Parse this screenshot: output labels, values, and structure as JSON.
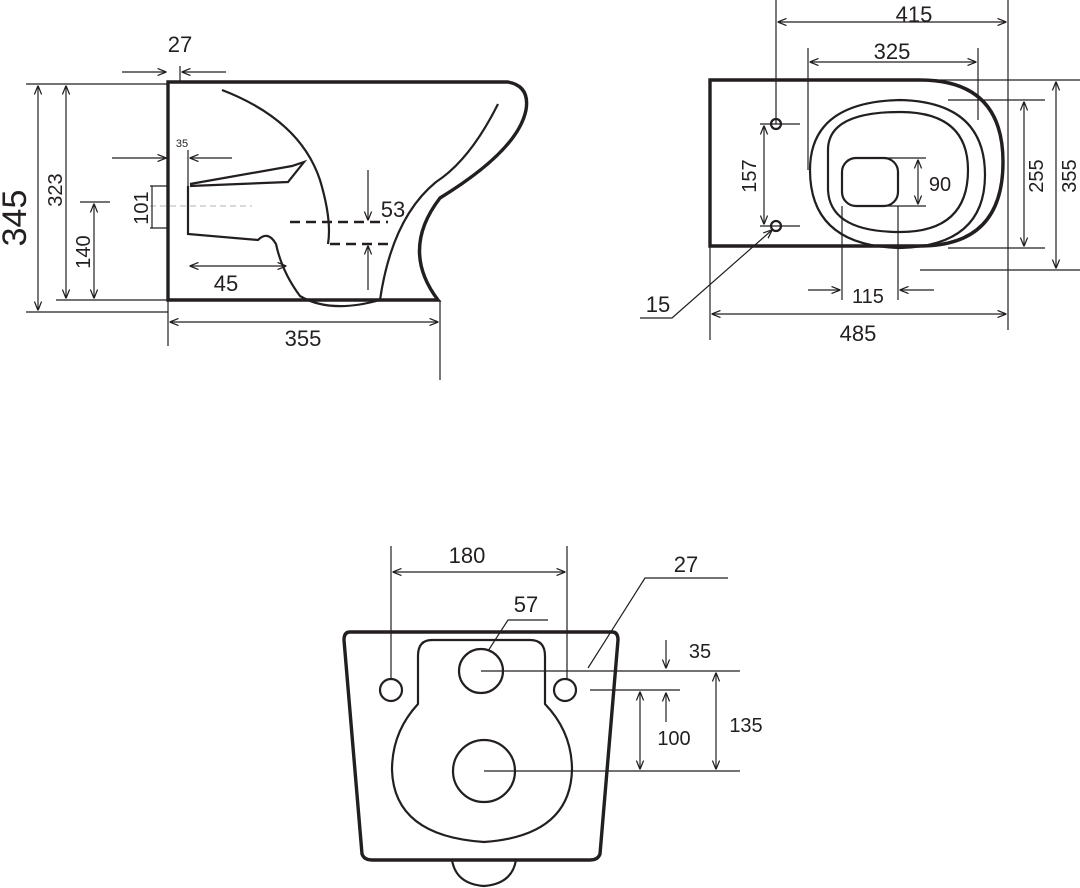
{
  "side_view": {
    "height_total": "345",
    "height_inner": "323",
    "height_outlet": "140",
    "outlet_diameter": "101",
    "wall_thickness": "27",
    "pipe_offset": "35",
    "outlet_length": "45",
    "water_level": "53",
    "length": "355"
  },
  "top_view": {
    "hole_spacing": "415",
    "rim_inner": "325",
    "hole_distance": "157",
    "drain_size": "90",
    "bowl_width": "255",
    "width": "355",
    "hole_diameter": "15",
    "drain_width": "115",
    "length": "485"
  },
  "back_view": {
    "hole_spacing": "180",
    "inlet_diameter": "57",
    "hole_diameter": "27",
    "inlet_offset": "35",
    "center_distance": "100",
    "outlet_height": "135"
  }
}
